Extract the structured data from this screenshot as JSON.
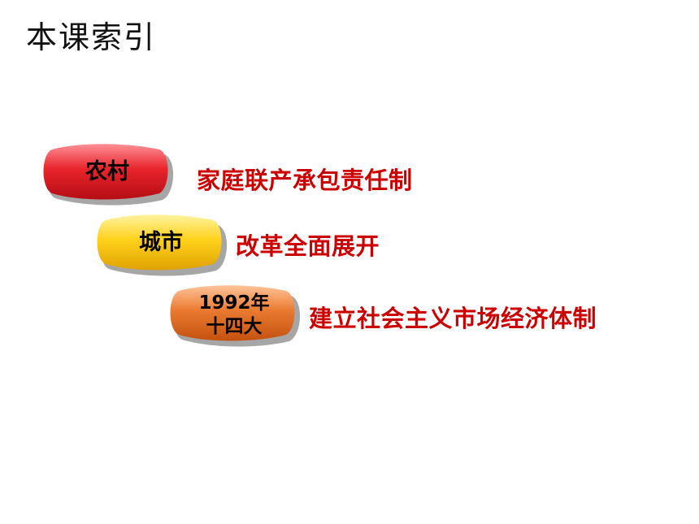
{
  "page": {
    "title": "本课索引"
  },
  "index": {
    "items": [
      {
        "badge_lines": [
          "农村"
        ],
        "description": "家庭联产承包责任制",
        "badge_color": "#d8141c",
        "badge_highlight": "#ff8f96"
      },
      {
        "badge_lines": [
          "城市"
        ],
        "description": "改革全面展开",
        "badge_color": "#f2b705",
        "badge_highlight": "#fff3a0"
      },
      {
        "badge_lines": [
          "1992年",
          "十四大"
        ],
        "description": "建立社会主义市场经济体制",
        "badge_color": "#d9621c",
        "badge_highlight": "#ffc39a"
      }
    ]
  },
  "colors": {
    "title_text": "#111111",
    "description_text": "#cc0000",
    "badge_shadow": "#a6a6a6"
  }
}
